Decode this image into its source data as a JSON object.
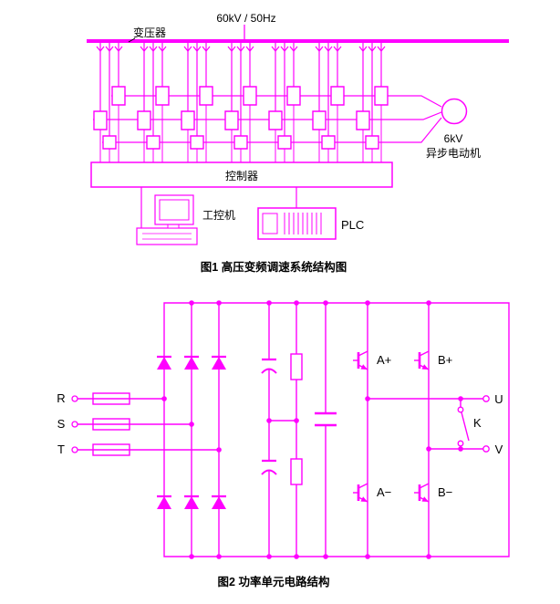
{
  "colors": {
    "diagram": "#FF00FF",
    "text": "#000000",
    "background": "#FFFFFF"
  },
  "figure1": {
    "supply_label": "60kV / 50Hz",
    "transformer_label": "变压器",
    "motor_voltage_label": "6kV",
    "motor_label": "异步电动机",
    "controller_label": "控制器",
    "industrial_pc_label": "工控机",
    "plc_label": "PLC",
    "caption": "图1  高压变频调速系统结构图"
  },
  "figure2": {
    "input_phases": [
      "R",
      "S",
      "T"
    ],
    "igbt_labels": {
      "a_plus": "A+",
      "b_plus": "B+",
      "a_minus": "A−",
      "b_minus": "B−"
    },
    "output_u": "U",
    "output_v": "V",
    "bypass_switch": "K",
    "caption": "图2  功率单元电路结构"
  }
}
